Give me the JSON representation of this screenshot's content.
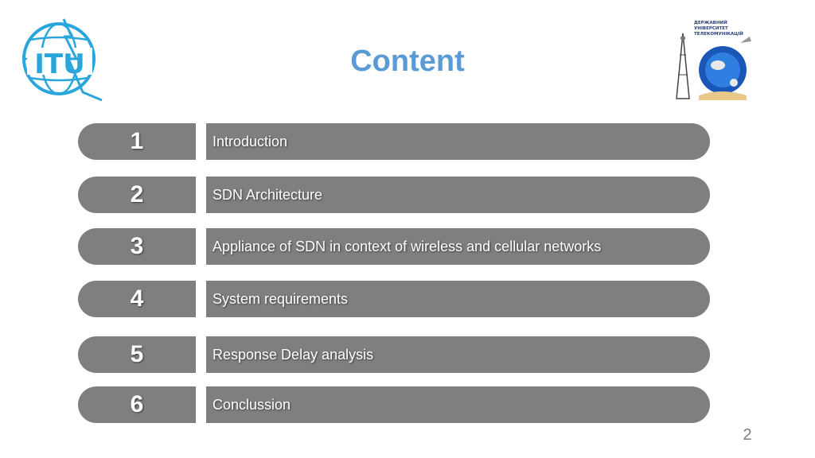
{
  "slide": {
    "title": "Content",
    "page_number": "2"
  },
  "logos": {
    "left": {
      "text": "ITU"
    },
    "right": {
      "lines": [
        "ДЕРЖАВНИЙ",
        "УНІВЕРСИТЕТ",
        "ТЕЛЕКОМУНІКАЦІЙ"
      ]
    }
  },
  "items": [
    {
      "number": "1",
      "label": "Introduction"
    },
    {
      "number": "2",
      "label": "SDN Architecture"
    },
    {
      "number": "3",
      "label": "Appliance of SDN in context of wireless and cellular networks"
    },
    {
      "number": "4",
      "label": "System requirements"
    },
    {
      "number": "5",
      "label": "Response Delay analysis"
    },
    {
      "number": "6",
      "label": "Conclussion"
    }
  ],
  "colors": {
    "title": "#5b9bd5",
    "bar": "#7f7f7f",
    "itu_blue": "#2aa6dc"
  }
}
